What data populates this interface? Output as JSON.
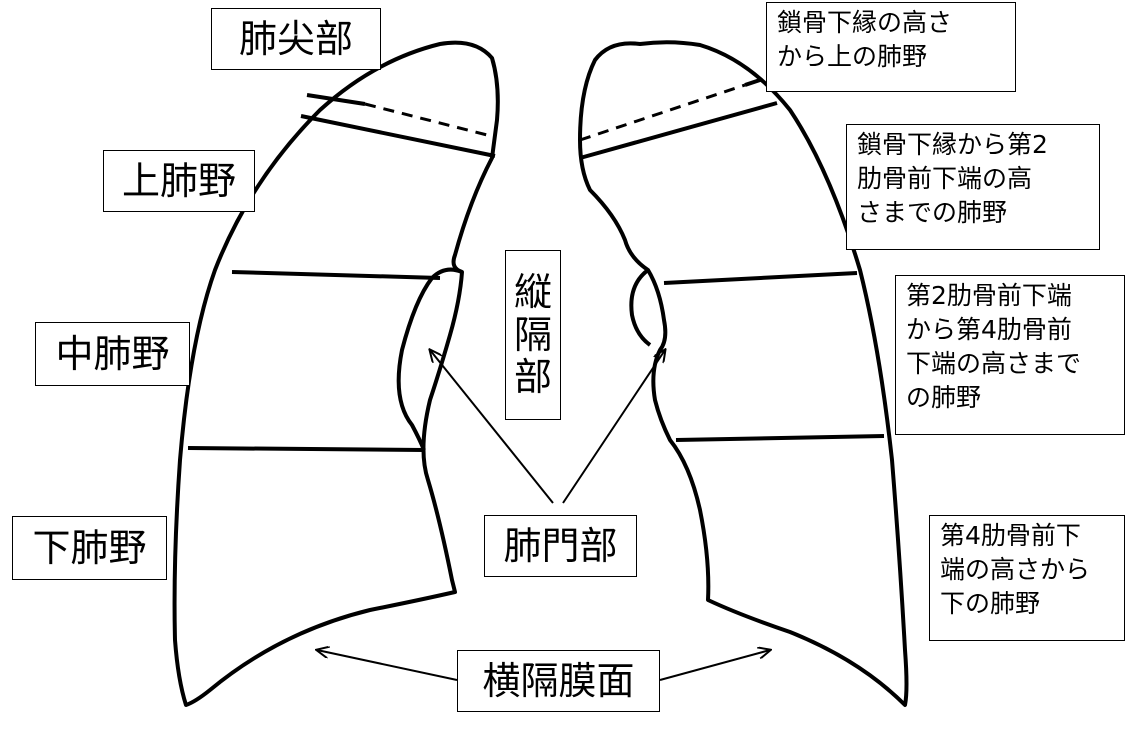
{
  "labels": {
    "apex": "肺尖部",
    "upper": "上肺野",
    "middle": "中肺野",
    "lower": "下肺野",
    "mediastinum": "縦\n隔\n部",
    "hilum": "肺門部",
    "diaphragm": "横隔膜面"
  },
  "descriptions": {
    "apex": "鎖骨下縁の高さ\nから上の肺野",
    "upper": "鎖骨下縁から第2\n肋骨前下端の高\nさまでの肺野",
    "middle": "第2肋骨前下端\nから第4肋骨前\n下端の高さまで\nの肺野",
    "lower": "第4肋骨前下\n端の高さから\n下の肺野"
  }
}
